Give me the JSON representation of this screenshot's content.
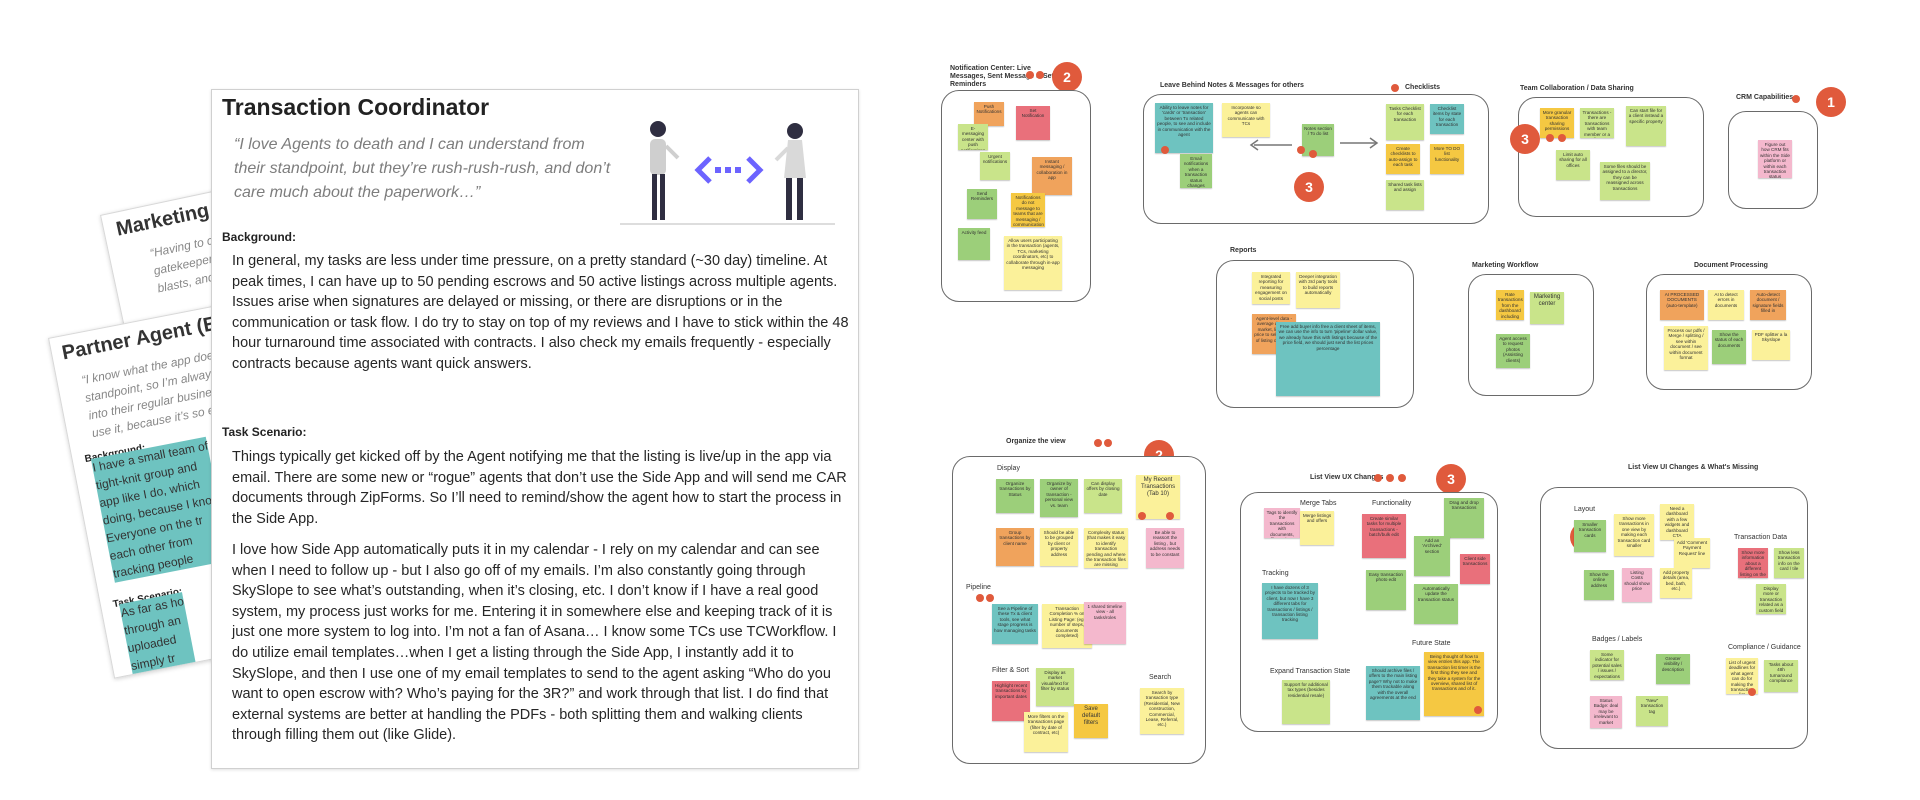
{
  "persona_back_1": {
    "title": "Marketing Co",
    "quote": "“Having to create\ngatekeeper to g\nblasts, and wh"
  },
  "persona_back_2": {
    "title": "Partner Agent (Estal",
    "quote": "“I know what the app doe\nstandpoint, so I’m alway\ninto their regular busine\nuse it, because it’s so e",
    "background_heading": "Background:",
    "background_text": "I have a small team of\ntight-knit group and\napp like I do, which\ndoing, because I kno\nEveryone on the tr\neach other from\ntracking people",
    "task_heading": "Task Scenario:",
    "task_text": "As far as ho\nthrough an\nuploaded\nsimply tr\nsingle ti\netc...th"
  },
  "main_card": {
    "title": "Transaction Coordinator",
    "quote": "“I love Agents to death and I can understand from their standpoint, but they’re rush-rush-rush, and don’t care much about the paperwork…”",
    "background_heading": "Background:",
    "background_text": "In general, my tasks are less under time pressure, on a pretty standard (~30 day) timeline. At peak times, I can have up to 50 pending escrows and 50 active listings across multiple agents. Issues arise when signatures are delayed or missing, or there are disruptions or in the communication or task flow. I do try to stay on top of my reviews and I have to stick within the 48 hour turnaround time associated with contracts. I also check my emails frequently - especially contracts because agents want quick answers.",
    "task_heading": "Task Scenario:",
    "task_text_1": "Things typically get kicked off by the Agent notifying me that the listing is live/up in the app via email. There are some new or “rogue” agents that don’t use the Side App and will send me CAR documents through ZipForms. So I’ll need to remind/show the agent how to start the process in the Side App.",
    "task_text_2": "I love how Side App automatically puts it in my calendar - I rely on my calendar and can see when I need to follow up - but I also go off of my emails. I’m also constantly going through SkySlope to see what’s outstanding, when it’s closing, etc. I don’t know if I have a real good system, my process just works for me. Entering it in somewhere else and keeping track of it is just one more system to log into. I’m not a fan of Asana… I know some TCs use TCWorkflow. I do utilize email templates…when I get a listing through the Side App, I instantly add it to SkySlope, and then I use one of my email templates to send to the agent asking “Who do you want to open escrow with? Who’s paying for the 3R?” and work through that list. I do find that external systems are better at handling the PDFs - both splitting them and walking clients through filling them out (like Glide)."
  },
  "board": {
    "clusters": {
      "notification": "Notification Center: Live Messages, Sent Message & Set Reminders",
      "leave_behind": "Leave Behind Notes & Messages for others",
      "checklists": "Checklists",
      "team": "Team Collaboration / Data Sharing",
      "crm": "CRM Capabilities",
      "reports": "Reports",
      "marketing": "Marketing Workflow",
      "document": "Document Processing",
      "organize": "Organize the view",
      "list_view_ux": "List View UX Changes",
      "list_view_ui": "List View UI Changes & What's Missing"
    },
    "subtitles": {
      "display": "Display",
      "pipeline": "Pipeline",
      "filter_sort": "Filter & Sort",
      "search": "Search",
      "merge_tabs": "Merge Tabs",
      "functionality": "Functionality",
      "tracking": "Tracking",
      "future_state": "Future State",
      "expand_state": "Expand Transaction State",
      "layout": "Layout",
      "transaction_data": "Transaction Data",
      "badges": "Badges / Labels",
      "compliance": "Compliance / Guidance"
    },
    "badges": [
      "2",
      "3",
      "3",
      "1",
      "2",
      "3",
      "2"
    ],
    "notes": {
      "push": "Push Notifications",
      "set_notif": "Set Notification",
      "e_messaging": "E-messaging center with push notifications",
      "urgent": "Urgent notifications",
      "instant": "Instant messaging / collaboration in app",
      "notif_dismiss": "Notifications do not message to teams that are messaging / communication",
      "send_reminders": "Send Reminders",
      "activity": "Activity feed",
      "allow_users": "Allow users participating in the transaction (agents, TCs, marketing coordinators, etc) to collaborate through in-app messaging",
      "ability_cards": "Ability to leave notes for 'cards' or 'transaction' between Tx related people, to see and include in communication with the agent",
      "incorporate": "Incorporate so agents can communicate with TCs",
      "email_notif": "Email notifications when a transaction status changes",
      "notes_todo": "Notes section / To do list",
      "tasks_checklist": "Tasks Checklist for each transaction",
      "checklist_items": "Checklist items by state for each transaction",
      "create_checklists": "Create checklists to auto-assign to each task",
      "more_todo": "More TO DO list functionality",
      "shared_task": "Shared task lists and assign",
      "more_granular": "More granular transaction sharing permissions",
      "transactions_more": "Transactions - there are transactions with team member or a client",
      "can_start": "Can start file for a client instead a specific property",
      "limit_auto": "Limit auto sharing for all offices",
      "some_files": "Some files should be assigned to a director, they can be reassigned across transactions",
      "crm_note": "Figure out how CRM fits within the Side platform or within each transaction status",
      "integrated_reporting": "Integrated reporting for measuring engagement on social posts",
      "deeper": "Deeper integration with 3rd party tools to build reports automatically",
      "agent_data": "Agent-level data - average days on market, list-offer price to sell price, # of listing cost, etc.",
      "free_add": "Free add buyer info free a client sheet of items, we can use the info to turn 'pipeline' dollar value, we already have this with listings because of the price field, we should just send the list prices percentage",
      "rate_tx": "Rate transactions from the dashboard including sales rate",
      "marketing_center": "Marketing center",
      "agent_access": "Agent access to request photos (Assisting clients)",
      "ai_processed": "AI PROCESSED DOCUMENTS (auto-template)",
      "ai_autodetect": "AI to detect errors in documents",
      "ai_auto_signature": "Auto-detect document / signature fields filled in",
      "process_pdfs": "Process our pdfs / Merge / splitting / see within document / see within document format",
      "show_status": "Show the status of each documents",
      "pdf_splitter": "PDF splitter a la Skyslope",
      "org_status": "Organize transactions by Status",
      "org_owner": "Organize by owner of transaction - personal view vs. team",
      "can_display": "Can display offers by closing date",
      "my_recent": "My Recent Transactions (Tab 10)",
      "group_client": "Group transactions by client name",
      "grouped_client": "Should be able to be grouped by client or property address",
      "complexity": "Complexity status (that makes it easy to identify transaction pending and where the transaction files are missing documents)",
      "be_able": "Be able to reassort the listing , but address needs to be constant",
      "pipeline_note": "See a Pipeline of these Tx & client tools, see what stage progress is how managing tasks",
      "tx_complete": "Transaction Completion % on Listing Page: (eg: number of steps, documents completed)",
      "shared_timeline": "1 shared timeline view - all tasks/roles",
      "highlight": "Highlight recent transactions by important dates",
      "display_status": "Display as market visual/text for filter by status",
      "more_filters": "More filters on the transactions page (filter by date of contract, etc)",
      "save_filters": "Save default filters",
      "search_note": "Search by transaction type (Residential, New construction, Commercial, Lease, Referral, etc.)",
      "tags_tabs": "Tags to identify the transactions with documents, office, tabs, & types of representation",
      "merge_listings": "Merge listings and offers",
      "create_similar": "Create similar tasks for multiple transactions - batch/bulk edit",
      "drag_drop": "Drag and drop transactions",
      "add_archived": "Add an 'Archived' section",
      "client_side": "Client side transactions",
      "easy_edit": "Easy transaction photo edit",
      "auto_update": "Automatically update the transaction status",
      "tracking_note": "I have dozens of 3 projects to be tracked by client, but now I have 3 different tabs for transactions / listings / transaction listing tracking",
      "support_add": "Support for additional tax types (besides residential resale)",
      "should_archive": "Should archive files / offers to the main listing page? Why not to make them trackable along with the overall agreements at the end",
      "being_thought": "Being thought of how to view entries this app. The transaction list timer is the first thing they see and they take a system for the overview, shared list of transactions and of it.",
      "smaller_tx": "Smaller transaction cards",
      "show_more": "Show more transactions in one view by making each transaction card smaller",
      "need_dashboard": "Need a dashboard with a few widgets and dashboard CTA",
      "add_comment": "Add 'Comment Payment Request' line",
      "show_online": "Show the online address",
      "listing_costs": "Listing Costs should show price",
      "add_property": "Add property details (area, bed, bath, etc.)",
      "show_more_info": "Show more information about a different listing on the full page",
      "show_less": "Show less transaction info on the card / tile",
      "display_more": "Display more or transaction related as a custom field",
      "some_indicator": "Some indicator for potential sales / issues / expectations",
      "status_badge": "Status Badge: deal may be irrelevant to market",
      "new_tag": "\"New\" transaction tag",
      "greater_visibility": "Greater visibility / description",
      "list_urgent": "List of urgent deadlines for what agent can do for making the transaction list",
      "tasks_about": "Tasks about 48h turnaround compliance"
    }
  }
}
